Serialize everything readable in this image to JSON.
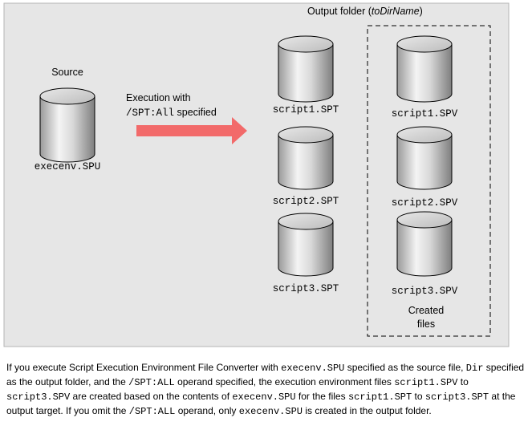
{
  "diagram": {
    "output_folder_label": "Output folder (",
    "output_folder_name": "toDirName",
    "output_folder_close": ")",
    "source_label": "Source",
    "source_file": "execenv.SPU",
    "arrow_line1": "Execution with",
    "arrow_line2_code": "/SPT:All",
    "arrow_line2_text": " specified",
    "spt_files": [
      "script1.SPT",
      "script2.SPT",
      "script3.SPT"
    ],
    "spv_files": [
      "script1.SPV",
      "script2.SPV",
      "script3.SPV"
    ],
    "created_label_line1": "Created",
    "created_label_line2": "files",
    "colors": {
      "background_panel": "#e6e6e6",
      "arrow": "#f26a6a",
      "cylinder_light": "#f2f2f2",
      "cylinder_dark": "#8c8c8c"
    },
    "icon_name": "database-cylinder-icon"
  },
  "caption": {
    "t1": "If you execute Script Execution Environment File Converter with ",
    "c1": "execenv.SPU",
    "t2": " specified as the source file, ",
    "c2": "Dir",
    "t3": " specified as the output folder, and the ",
    "c3": "/SPT:ALL",
    "t4": " operand specified, the execution environment files ",
    "c4": "script1.SPV",
    "t5": " to ",
    "c5": "script3.SPV",
    "t6": " are created based on the contents of ",
    "c6": "execenv.SPU",
    "t7": " for the files ",
    "c7": "script1.SPT",
    "t8": " to ",
    "c8": "script3.SPT",
    "t9": " at the output target. If you omit the ",
    "c9": "/SPT:ALL",
    "t10": " operand, only ",
    "c10": "execenv.SPU",
    "t11": " is created in the output folder."
  }
}
